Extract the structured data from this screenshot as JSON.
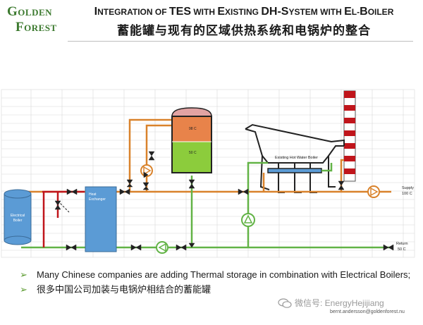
{
  "logo": {
    "line1": "OLDEN",
    "line1_cap": "G",
    "line2": "OREST",
    "line2_cap": "F"
  },
  "title": {
    "en_words": [
      {
        "cap": "I",
        "rest": "NTEGRATION OF "
      },
      {
        "cap": "TES",
        "rest": " WITH "
      },
      {
        "cap": "E",
        "rest": "XISTING "
      },
      {
        "cap": "DH-S",
        "rest": "YSTEM WITH "
      },
      {
        "cap": "E",
        "rest": "L-"
      },
      {
        "cap": "B",
        "rest": "OILER"
      }
    ],
    "cn": "蓄能罐与现有的区域供热系统和电锅炉的整合"
  },
  "diagram": {
    "electrical_boiler_l1": "Electrical",
    "electrical_boiler_l2": "Boiler",
    "heat_exchanger_l1": "Heat",
    "heat_exchanger_l2": "Exchanger",
    "tank_hot": "98 C",
    "tank_cold": "50 C",
    "existing_boiler": "Existing Hot Water Boiler",
    "supply_l1": "Supply",
    "supply_l2": "100 C",
    "return_l1": "Return",
    "return_l2": "50 C",
    "colors": {
      "supply_pipe": "#d9822b",
      "return_pipe": "#62b346",
      "elec_pipe": "#c0151b",
      "tank_top": "#e8834a",
      "tank_bottom": "#8ccc3c",
      "tank_cap": "#e2a3a3",
      "equipment_blue": "#5b9bd5"
    }
  },
  "bullets": [
    {
      "text": "Many Chinese companies are adding Thermal storage in combination with Electrical Boilers;"
    },
    {
      "text": "很多中国公司加装与电锅炉相结合的蓄能罐"
    }
  ],
  "footer": {
    "wechat": "微信号: EnergyHejijiang",
    "email": "bernt.andersson@goldenforest.nu"
  }
}
